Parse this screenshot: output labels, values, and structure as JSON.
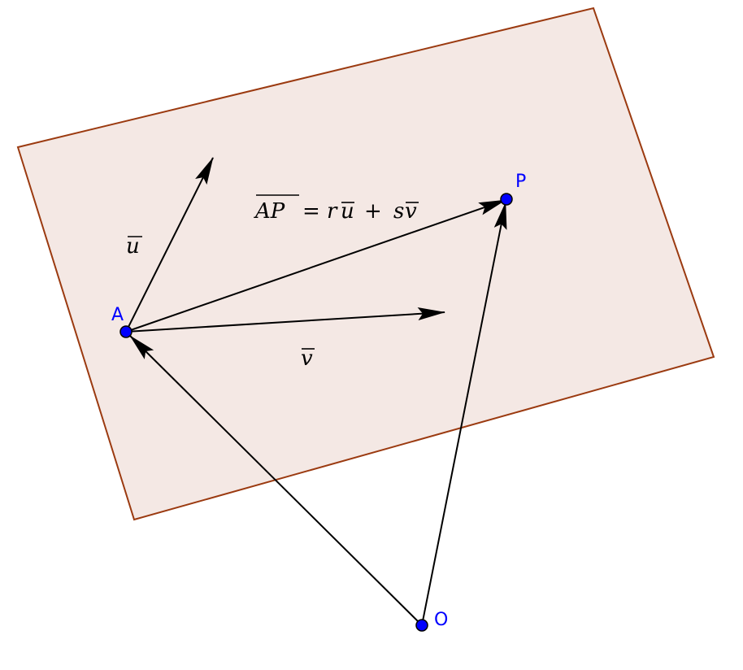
{
  "diagram": {
    "plane": {
      "fill": "#f4e8e4",
      "stroke": "#9b3a10"
    },
    "point_color": "#0000ff",
    "vector_color": "#000000",
    "points": {
      "A": {
        "label": "A"
      },
      "P": {
        "label": "P"
      },
      "O": {
        "label": "O"
      }
    },
    "vector_labels": {
      "u": "u",
      "v": "v"
    },
    "equation": {
      "lhs": "AP",
      "equals": "=",
      "r": "r",
      "u": "u",
      "plus": "+",
      "s": "s",
      "v": "v"
    }
  }
}
